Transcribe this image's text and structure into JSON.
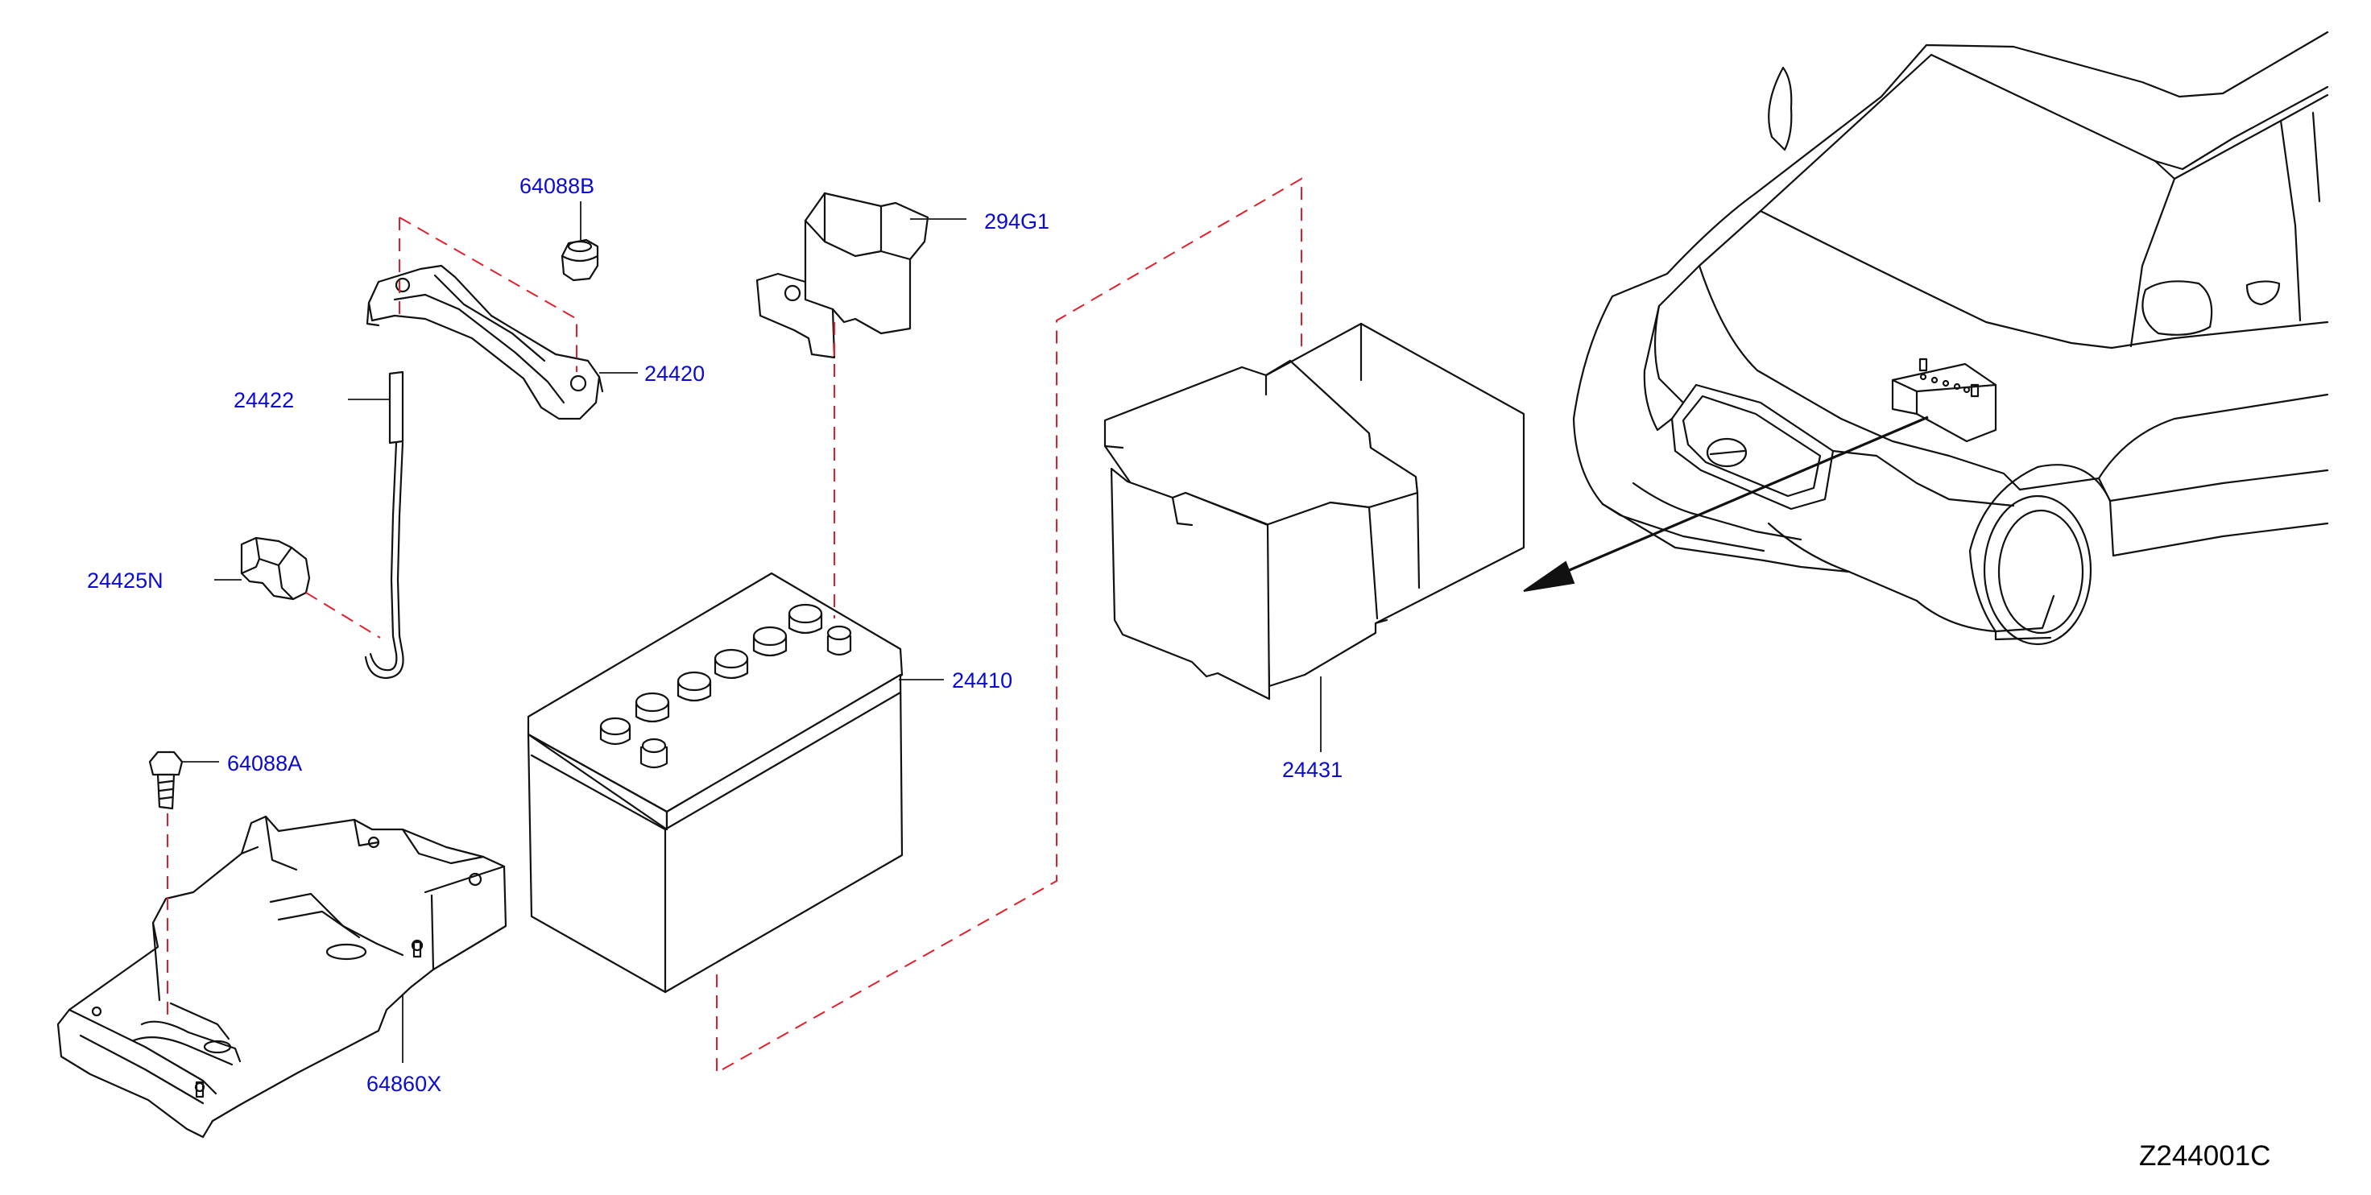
{
  "colors": {
    "part_label": "#0a0ad2",
    "line_art": "#111111",
    "assembly_dash": "#e2202c",
    "background": "#ffffff"
  },
  "labels": {
    "p64088B": "64088B",
    "p294G1": "294G1",
    "p24420": "24420",
    "p24422": "24422",
    "p24425N": "24425N",
    "p24410": "24410",
    "p64088A": "64088A",
    "p64860X": "64860X",
    "p24431": "24431"
  },
  "diagram_code": "Z244001C"
}
